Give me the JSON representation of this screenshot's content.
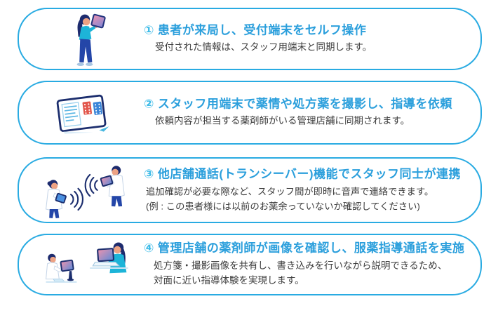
{
  "meta": {
    "description": "Pharmacy workflow 4-step infographic",
    "colors": {
      "box_border": "#29abe2",
      "title_text": "#2b9fdc",
      "number_text": "#3fbce8",
      "body_text": "#3b3b3b",
      "illustration_navy": "#1c2e6e",
      "illustration_cyan": "#1db4d8",
      "illustration_red": "#e2574c",
      "illustration_blue": "#3a85d8"
    }
  },
  "steps": [
    {
      "number": "①",
      "title": "患者が来局し、受付端末をセルフ操作",
      "description_lines": [
        "受付された情報は、スタッフ用端末と同期します。"
      ],
      "illustration": "patient-self-checkin-illustration"
    },
    {
      "number": "②",
      "title": "スタッフ用端末で薬情や処方薬を撮影し、指導を依頼",
      "description_lines": [
        "依頼内容が担当する薬剤師がいる管理店舗に同期されます。"
      ],
      "illustration": "staff-tablet-photo-illustration"
    },
    {
      "number": "③",
      "title": "他店舗通話(トランシーバー)機能でスタッフ同士が連携",
      "description_lines": [
        "追加確認が必要な際など、スタッフ間が即時に音声で連絡できます。",
        "(例 : この患者様には以前のお薬余っていないか確認してください)"
      ],
      "illustration": "transceiver-staff-link-illustration"
    },
    {
      "number": "④",
      "title": "管理店舗の薬剤師が画像を確認し、服薬指導通話を実施",
      "description_lines": [
        "処方箋・撮影画像を共有し、書き込みを行いながら説明できるため、",
        "対面に近い指導体験を実現します。"
      ],
      "illustration": "remote-medication-guidance-illustration"
    }
  ]
}
